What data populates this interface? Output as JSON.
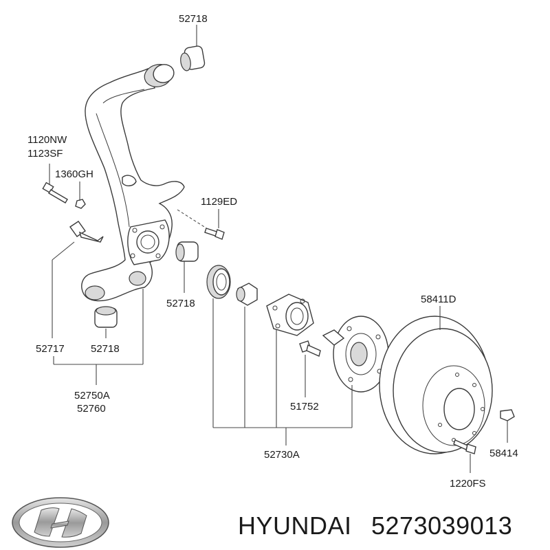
{
  "labels": {
    "p52718_top": "52718",
    "p1120nw": "1120NW",
    "p1123sf": "1123SF",
    "p1360gh": "1360GH",
    "p1129ed": "1129ED",
    "p52718_mid": "52718",
    "p58411d": "58411D",
    "p52717": "52717",
    "p52718_low": "52718",
    "p52750a": "52750A",
    "p52760": "52760",
    "p51752": "51752",
    "p52730a": "52730A",
    "p58414": "58414",
    "p1220fs": "1220FS"
  },
  "footer": {
    "brand": "HYUNDAI",
    "part_number": "5273039013",
    "logo_icon": "hyundai-logo-icon"
  }
}
